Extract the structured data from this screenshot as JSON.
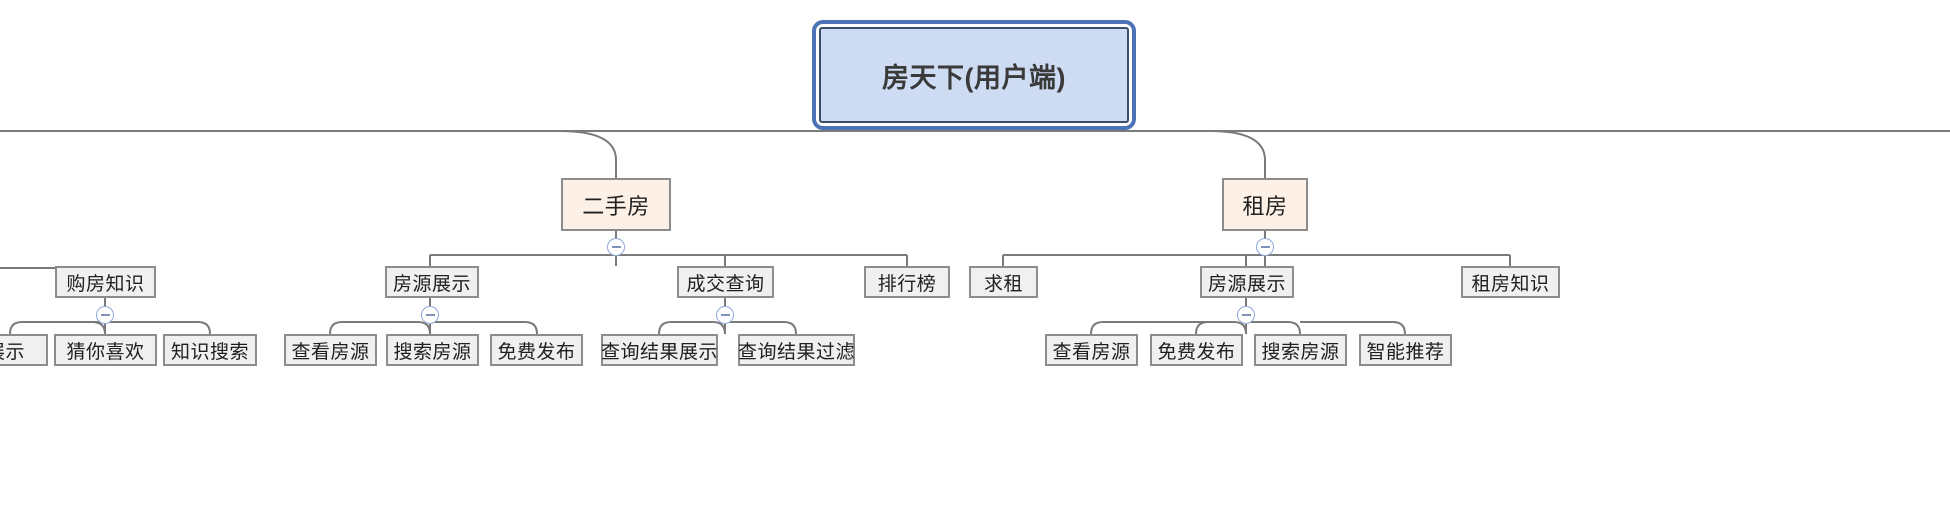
{
  "diagram": {
    "type": "mindmap-tree",
    "title": "房天下(用户端)",
    "orientation": "top-down",
    "colors": {
      "root_fill": "#cddcf3",
      "root_border": "#3b4f6b",
      "root_selection": "#4c72b8",
      "category_fill": "#fdf0e6",
      "category_border": "#8c8c8c",
      "item_fill": "#f0f0f0",
      "item_border": "#8c8c8c",
      "connector": "#7a7a7a",
      "toggle_border": "#8fa9d8",
      "canvas": "#ffffff"
    },
    "toggle_icon": "collapse-minus-icon"
  },
  "root": {
    "label": "房天下(用户端)",
    "selected": true
  },
  "branches": [
    {
      "id": "new-house-partial",
      "label": "",
      "cutoff": true,
      "children": [
        {
          "label": "购房知识",
          "collapsible": true,
          "children": [
            {
              "label": "展示",
              "cutoff": true
            },
            {
              "label": "猜你喜欢"
            },
            {
              "label": "知识搜索"
            }
          ]
        }
      ]
    },
    {
      "id": "second-hand",
      "label": "二手房",
      "collapsible": true,
      "children": [
        {
          "label": "房源展示",
          "collapsible": true,
          "children": [
            {
              "label": "查看房源"
            },
            {
              "label": "搜索房源"
            },
            {
              "label": "免费发布"
            }
          ]
        },
        {
          "label": "成交查询",
          "collapsible": true,
          "children": [
            {
              "label": "查询结果展示"
            },
            {
              "label": "查询结果过滤"
            }
          ]
        },
        {
          "label": "排行榜",
          "collapsible": false,
          "children": []
        }
      ]
    },
    {
      "id": "rent",
      "label": "租房",
      "collapsible": true,
      "children": [
        {
          "label": "求租",
          "collapsible": false,
          "children": []
        },
        {
          "label": "房源展示",
          "collapsible": true,
          "children": [
            {
              "label": "查看房源"
            },
            {
              "label": "免费发布"
            },
            {
              "label": "搜索房源"
            },
            {
              "label": "智能推荐"
            }
          ]
        },
        {
          "label": "租房知识",
          "collapsible": false,
          "children": []
        }
      ]
    }
  ],
  "nodes_flat": [
    {
      "key": "root",
      "label": "房天下(用户端)"
    },
    {
      "key": "cat_ershou",
      "label": "二手房"
    },
    {
      "key": "cat_zufang",
      "label": "租房"
    },
    {
      "key": "l3_gfzs",
      "label": "购房知识"
    },
    {
      "key": "l3_fyzs_a",
      "label": "房源展示"
    },
    {
      "key": "l3_cjcx",
      "label": "成交查询"
    },
    {
      "key": "l3_phb",
      "label": "排行榜"
    },
    {
      "key": "l3_qz",
      "label": "求租"
    },
    {
      "key": "l3_fyzs_b",
      "label": "房源展示"
    },
    {
      "key": "l3_zfzs",
      "label": "租房知识"
    },
    {
      "key": "l4_zs_cut",
      "label": "展示"
    },
    {
      "key": "l4_cnxh",
      "label": "猜你喜欢"
    },
    {
      "key": "l4_zsss",
      "label": "知识搜索"
    },
    {
      "key": "l4_ckfy_a",
      "label": "查看房源"
    },
    {
      "key": "l4_ssfy_a",
      "label": "搜索房源"
    },
    {
      "key": "l4_mffb_a",
      "label": "免费发布"
    },
    {
      "key": "l4_cxjgzs",
      "label": "查询结果展示"
    },
    {
      "key": "l4_cxjggl",
      "label": "查询结果过滤"
    },
    {
      "key": "l4_ckfy_b",
      "label": "查看房源"
    },
    {
      "key": "l4_mffb_b",
      "label": "免费发布"
    },
    {
      "key": "l4_ssfy_b",
      "label": "搜索房源"
    },
    {
      "key": "l4_znta",
      "label": "智能推荐"
    }
  ]
}
